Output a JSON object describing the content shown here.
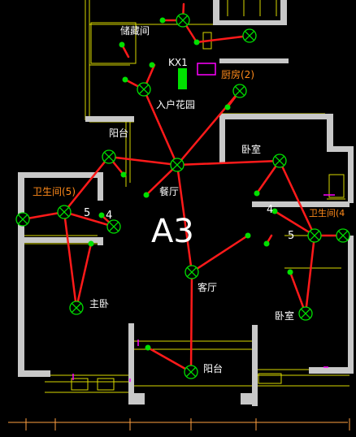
{
  "plan": {
    "title": "A3",
    "rooms": {
      "storage": "储藏间",
      "entry_garden": "入户花园",
      "balcony_top": "阳台",
      "dining": "餐厅",
      "bedroom_top": "卧室",
      "master_bedroom": "主卧",
      "living": "客厅",
      "bedroom_bottom": "卧室",
      "balcony_bottom": "阳台",
      "kitchen": "厨房(2)",
      "bath_left": "卫生间(5)",
      "bath_right": "卫生间(4"
    },
    "marks": {
      "panel": "KX1",
      "num_5_left": "5",
      "num_4_left": "4",
      "num_4_right": "4",
      "num_5_right": "5"
    }
  },
  "colors": {
    "wall": "#c8c8c8",
    "wire": "#ff1a1a",
    "fixture": "#00e000",
    "lines": "#d8d800",
    "label_white": "#ffffff",
    "label_orange": "#ff8a1a",
    "accent": "#ff00ff"
  }
}
